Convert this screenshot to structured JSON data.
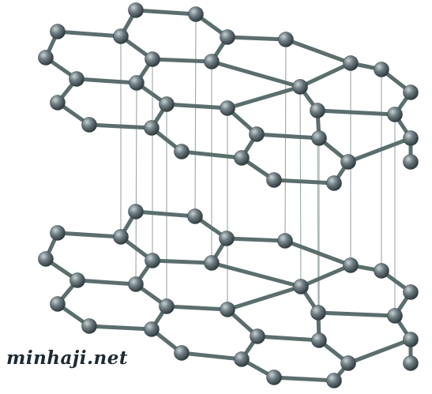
{
  "diagram": {
    "subject": "graphite-crystal-lattice",
    "layers": 2,
    "colors": {
      "bond": "#5a6e6d",
      "atom_dark": "#3d4a4e",
      "atom_mid": "#6e7d82",
      "atom_light": "#c9d2d4",
      "interlayer_line": "#9aa6a8",
      "background": "#ffffff"
    }
  },
  "watermark": {
    "text": "minhaji.net"
  }
}
